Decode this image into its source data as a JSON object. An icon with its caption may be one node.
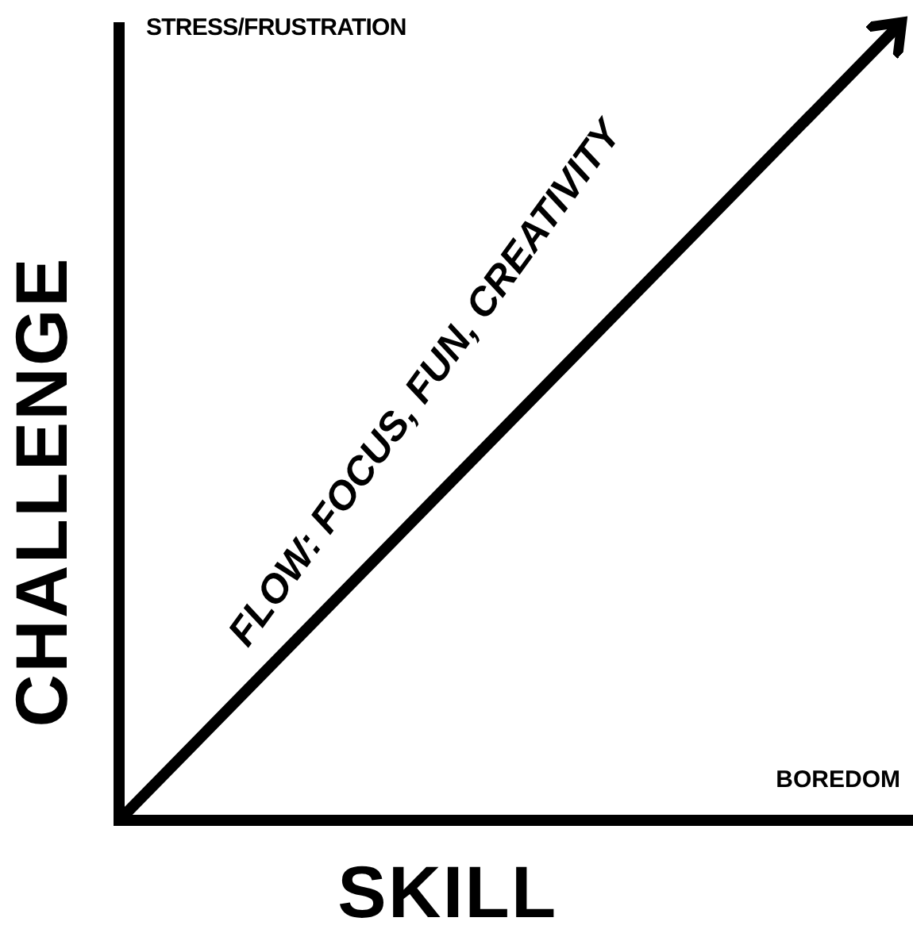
{
  "diagram": {
    "labels": [
      "STRESS/FRUSTRATION",
      "FLOW: FOCUS, FUN, CREATIVITY",
      "BOREDOM",
      "CHALLENGE",
      "SKILL"
    ]
  }
}
